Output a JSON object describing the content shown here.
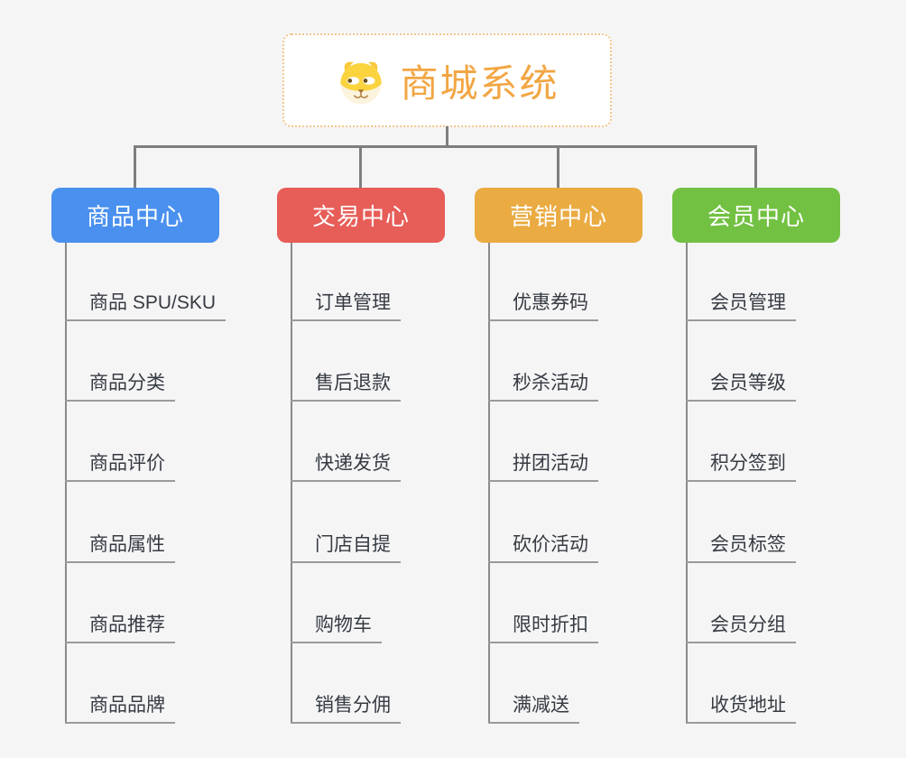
{
  "root": {
    "title": "商城系统",
    "icon": "dog-face-icon"
  },
  "branches": [
    {
      "label": "商品中心",
      "color": "#4A90EE",
      "items": [
        "商品 SPU/SKU",
        "商品分类",
        "商品评价",
        "商品属性",
        "商品推荐",
        "商品品牌"
      ]
    },
    {
      "label": "交易中心",
      "color": "#E75D58",
      "items": [
        "订单管理",
        "售后退款",
        "快递发货",
        "门店自提",
        "购物车",
        "销售分佣"
      ]
    },
    {
      "label": "营销中心",
      "color": "#EAAB42",
      "items": [
        "优惠券码",
        "秒杀活动",
        "拼团活动",
        "砍价活动",
        "限时折扣",
        "满减送"
      ]
    },
    {
      "label": "会员中心",
      "color": "#73C143",
      "items": [
        "会员管理",
        "会员等级",
        "积分签到",
        "会员标签",
        "会员分组",
        "收货地址"
      ]
    }
  ],
  "colors": {
    "background": "#F5F5F6",
    "connector": "#7E7E7E",
    "spine": "#8A8A8A",
    "underline": "#9A9A9A",
    "item_text": "#363B42",
    "root_text": "#F2A643",
    "root_border": "#F3C48A"
  }
}
